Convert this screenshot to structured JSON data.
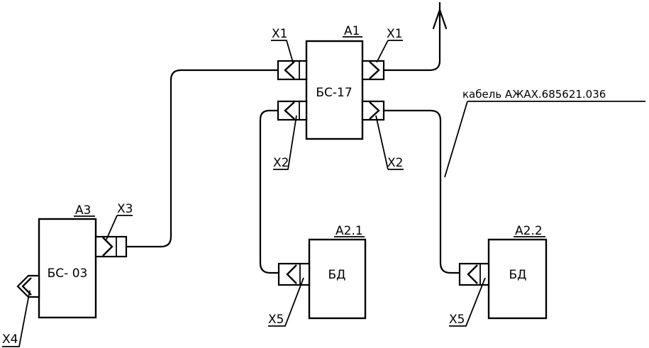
{
  "blocks": {
    "a1": {
      "ref": "A1",
      "name": "БС-17"
    },
    "a3": {
      "ref": "A3",
      "name": "БС- 03"
    },
    "a21": {
      "ref": "A2.1",
      "name": "БД"
    },
    "a22": {
      "ref": "A2.2",
      "name": "БД"
    }
  },
  "connectors": {
    "a1_x1_left": "X1",
    "a1_x1_right": "X1",
    "a1_x2_left": "X2",
    "a1_x2_right": "X2",
    "a3_x3": "X3",
    "a3_x4": "X4",
    "a21_x5": "X5",
    "a22_x5": "X5"
  },
  "cable_label": "кабель АЖАХ.685621.036"
}
